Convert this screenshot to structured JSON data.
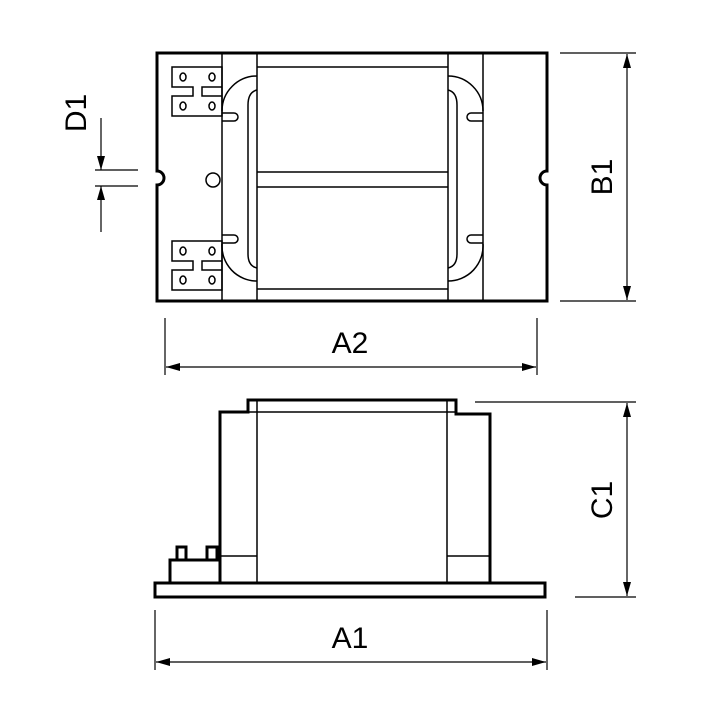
{
  "dimensions": {
    "a1": "A1",
    "a2": "A2",
    "b1": "B1",
    "c1": "C1",
    "d1": "D1"
  },
  "colors": {
    "line": "#000000",
    "background": "#ffffff"
  }
}
